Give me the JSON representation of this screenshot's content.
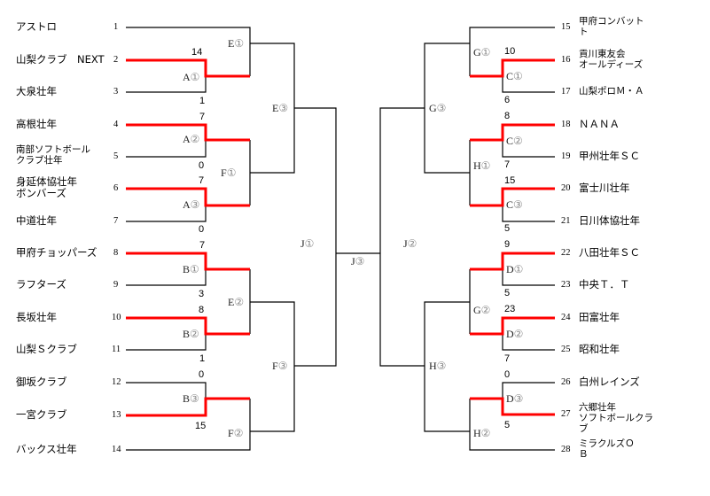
{
  "left_teams": [
    {
      "seed": "1",
      "name": "アストロ"
    },
    {
      "seed": "2",
      "name": "山梨クラブ　NEXT"
    },
    {
      "seed": "3",
      "name": "大泉壮年"
    },
    {
      "seed": "4",
      "name": "高根壮年"
    },
    {
      "seed": "5",
      "name": "南部ソフトボール\nクラブ壮年"
    },
    {
      "seed": "6",
      "name": "身延体協壮年\nボンバーズ"
    },
    {
      "seed": "7",
      "name": "中道壮年"
    },
    {
      "seed": "8",
      "name": "甲府チョッパーズ"
    },
    {
      "seed": "9",
      "name": "ラフターズ"
    },
    {
      "seed": "10",
      "name": "長坂壮年"
    },
    {
      "seed": "11",
      "name": "山梨Ｓクラブ"
    },
    {
      "seed": "12",
      "name": "御坂クラブ"
    },
    {
      "seed": "13",
      "name": "一宮クラブ"
    },
    {
      "seed": "14",
      "name": "バックス壮年"
    }
  ],
  "right_teams": [
    {
      "seed": "15",
      "name": "甲府コンバット\nト"
    },
    {
      "seed": "16",
      "name": "貢川東友会\nオールディーズ"
    },
    {
      "seed": "17",
      "name": "山梨ポロＭ・Ａ"
    },
    {
      "seed": "18",
      "name": "ＮＡＮＡ"
    },
    {
      "seed": "19",
      "name": "甲州壮年ＳＣ"
    },
    {
      "seed": "20",
      "name": "富士川壮年"
    },
    {
      "seed": "21",
      "name": "日川体協壮年"
    },
    {
      "seed": "22",
      "name": "八田壮年ＳＣ"
    },
    {
      "seed": "23",
      "name": "中央Ｔ．Ｔ"
    },
    {
      "seed": "24",
      "name": "田富壮年"
    },
    {
      "seed": "25",
      "name": "昭和壮年"
    },
    {
      "seed": "26",
      "name": "白州レインズ"
    },
    {
      "seed": "27",
      "name": "六郷壮年\nソフトボールクラ\nブ"
    },
    {
      "seed": "28",
      "name": "ミラクルズＯ\nＢ"
    }
  ],
  "scores": {
    "a1_top": "14",
    "a1_bottom": "1",
    "a2_top": "7",
    "a2_bottom": "0",
    "a3_top": "7",
    "a3_bottom": "0",
    "b1_top": "7",
    "b1_bottom": "3",
    "b2_top": "8",
    "b2_bottom": "1",
    "b3_top": "0",
    "b3_bottom": "15",
    "c1_top": "10",
    "c1_bottom": "6",
    "c2_top": "8",
    "c2_bottom": "7",
    "c3_top": "15",
    "c3_bottom": "5",
    "d1_top": "9",
    "d1_bottom": "5",
    "d2_top": "23",
    "d2_bottom": "7",
    "d3_top": "0",
    "d3_bottom": "5"
  },
  "matches": {
    "A1": {
      "letter": "A",
      "num": "①"
    },
    "A2": {
      "letter": "A",
      "num": "②"
    },
    "A3": {
      "letter": "A",
      "num": "③"
    },
    "B1": {
      "letter": "B",
      "num": "①"
    },
    "B2": {
      "letter": "B",
      "num": "②"
    },
    "B3": {
      "letter": "B",
      "num": "③"
    },
    "C1": {
      "letter": "C",
      "num": "①"
    },
    "C2": {
      "letter": "C",
      "num": "②"
    },
    "C3": {
      "letter": "C",
      "num": "③"
    },
    "D1": {
      "letter": "D",
      "num": "①"
    },
    "D2": {
      "letter": "D",
      "num": "②"
    },
    "D3": {
      "letter": "D",
      "num": "③"
    },
    "E1": {
      "letter": "E",
      "num": "①"
    },
    "E2": {
      "letter": "E",
      "num": "②"
    },
    "E3": {
      "letter": "E",
      "num": "③"
    },
    "F1": {
      "letter": "F",
      "num": "①"
    },
    "F2": {
      "letter": "F",
      "num": "②"
    },
    "F3": {
      "letter": "F",
      "num": "③"
    },
    "G1": {
      "letter": "G",
      "num": "①"
    },
    "G2": {
      "letter": "G",
      "num": "②"
    },
    "G3": {
      "letter": "G",
      "num": "③"
    },
    "H1": {
      "letter": "H",
      "num": "①"
    },
    "H2": {
      "letter": "H",
      "num": "②"
    },
    "H3": {
      "letter": "H",
      "num": "③"
    },
    "J1": {
      "letter": "J",
      "num": "①"
    },
    "J2": {
      "letter": "J",
      "num": "②"
    },
    "J3": {
      "letter": "J",
      "num": "③"
    }
  },
  "colors": {
    "winner_line": "#ff0000",
    "line": "#000000"
  }
}
